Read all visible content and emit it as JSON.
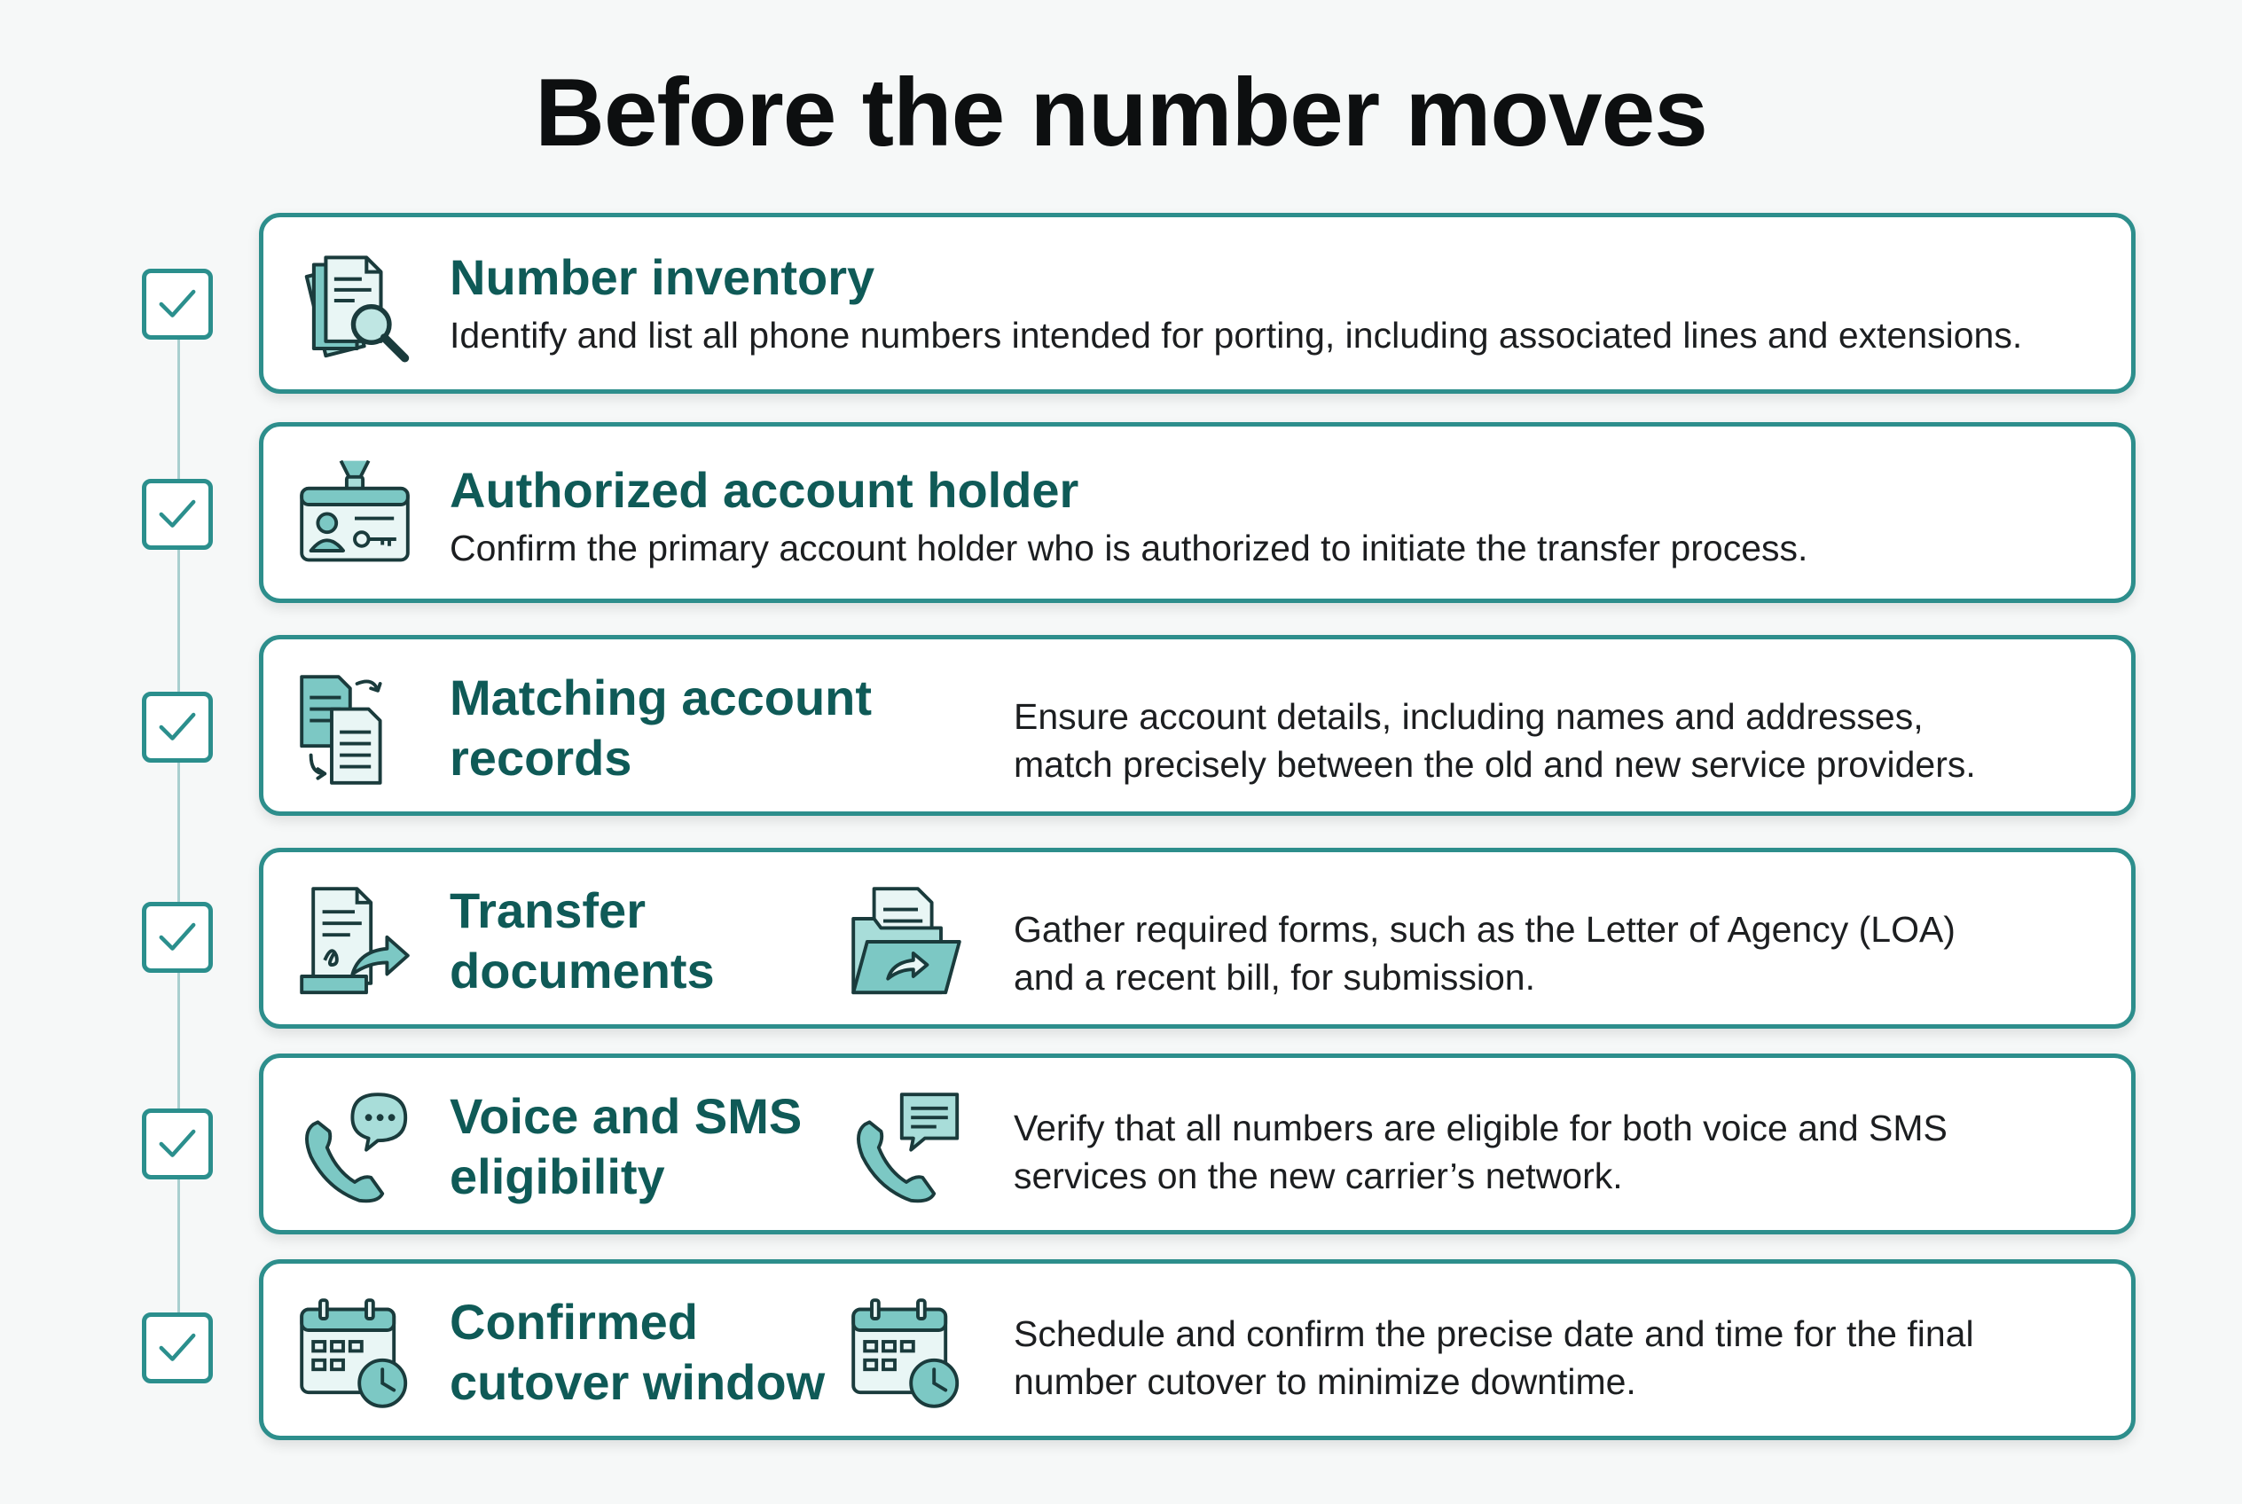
{
  "title": "Before the number moves",
  "colors": {
    "accent": "#2d8e8c",
    "title_teal": "#0f5a57",
    "icon_fill": "#7cc8c4",
    "icon_stroke": "#1a3b3c"
  },
  "items": [
    {
      "title": "Number inventory",
      "description": "Identify and list all phone numbers intended for porting, including associated lines and extensions.",
      "icons": [
        "documents-search-icon"
      ],
      "checked": true
    },
    {
      "title": "Authorized account holder",
      "description": "Confirm the primary account holder who is authorized to initiate the transfer process.",
      "icons": [
        "id-badge-key-icon"
      ],
      "checked": true
    },
    {
      "title": "Matching account\nrecords",
      "description": "Ensure account details, including names and addresses,\nmatch precisely between the old and new service providers.",
      "icons": [
        "sync-documents-icon"
      ],
      "checked": true
    },
    {
      "title": "Transfer\ndocuments",
      "description": "Gather required forms, such as the Letter of Agency (LOA)\nand a recent bill, for submission.",
      "icons": [
        "signed-document-share-icon",
        "folder-share-icon"
      ],
      "checked": true
    },
    {
      "title": "Voice and SMS\neligibility",
      "description": "Verify that all numbers are eligible for both voice and SMS\nservices on the new carrier’s network.",
      "icons": [
        "phone-chat-icon",
        "phone-message-icon"
      ],
      "checked": true
    },
    {
      "title": "Confirmed\ncutover window",
      "description": "Schedule and confirm the precise date and time for the final\nnumber cutover to minimize downtime.",
      "icons": [
        "calendar-clock-icon",
        "calendar-clock-icon"
      ],
      "checked": true
    }
  ]
}
